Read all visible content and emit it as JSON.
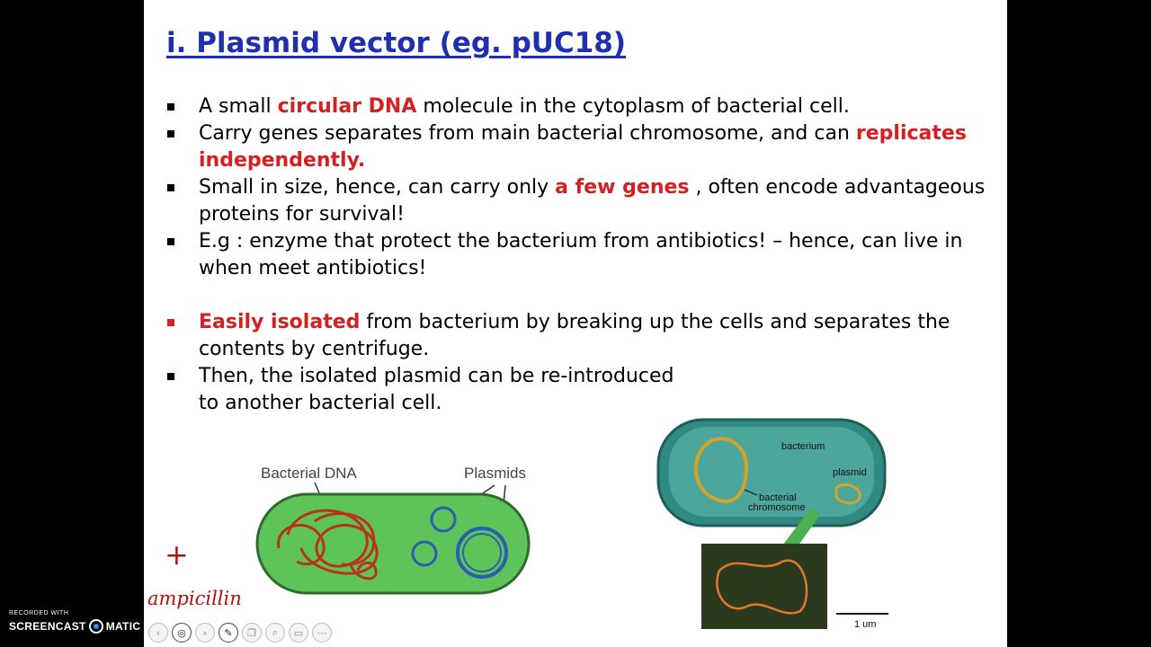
{
  "slide": {
    "title": "i. Plasmid vector (eg. pUC18)",
    "bullets": [
      {
        "pre": "A small ",
        "hl": "circular DNA",
        "post": "  molecule in the cytoplasm of bacterial cell."
      },
      {
        "pre": "Carry genes separates from main bacterial chromosome, and can ",
        "hl": "replicates independently.",
        "post": ""
      },
      {
        "pre": "Small in size, hence, can carry only ",
        "hl": "a few genes",
        "post": " , often encode advantageous proteins for survival!"
      },
      {
        "pre": "E.g : enzyme that protect the bacterium from antibiotics! – hence, can live in when meet antibiotics!",
        "hl": "",
        "post": ""
      },
      {
        "pre": "",
        "hl": "Easily isolated",
        "post": " from bacterium by breaking up the cells and separates the contents by centrifuge."
      },
      {
        "pre": "Then, the isolated plasmid can be re-introduced",
        "line2": "to another bacterial cell.",
        "hl": "",
        "post": ""
      }
    ]
  },
  "figure_left": {
    "label_dna": "Bacterial DNA",
    "label_plasmids": "Plasmids"
  },
  "figure_right": {
    "label_bacterium": "bacterium",
    "label_plasmid": "plasmid",
    "label_chromosome_1": "bacterial",
    "label_chromosome_2": "chromosome",
    "scale": "1 um"
  },
  "annotations": {
    "plus": "+",
    "word": "ampicillin"
  },
  "recorder": {
    "recorded_with": "RECORDED WITH",
    "brand_left": "SCREENCAST",
    "brand_right": "MATIC"
  },
  "colors": {
    "title": "#1f2fb0",
    "highlight": "#d42020",
    "cell_green": "#5ec45a",
    "dna_red": "#b8321c",
    "plasmid_blue": "#2a5fb0"
  }
}
